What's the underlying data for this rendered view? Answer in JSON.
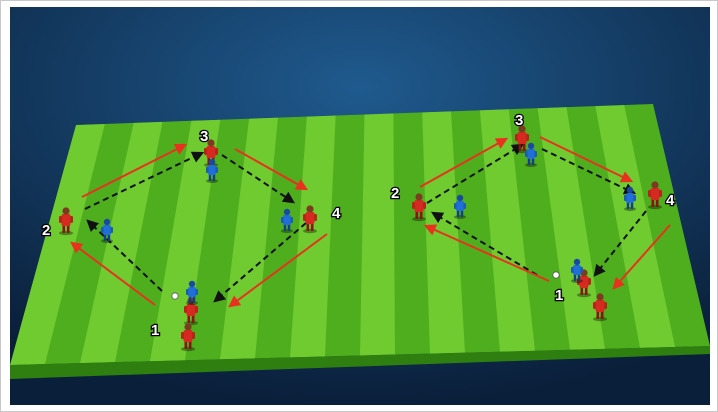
{
  "colors": {
    "background_light": "#1f5a8e",
    "background_dark": "#0a1f3a",
    "pitch_light": "#6fcb2f",
    "pitch_dark": "#4fae1e",
    "pitch_edge": "#2e7f10",
    "team_red": "#d42a1f",
    "team_blue": "#1f6fd6",
    "pass_arrow": "#111111",
    "run_arrow": "#e8321e"
  },
  "icons": [
    "player-red-icon",
    "player-blue-icon",
    "ball-icon"
  ],
  "left_drill": {
    "positions": [
      {
        "id": "p1",
        "label": "1"
      },
      {
        "id": "p2",
        "label": "2"
      },
      {
        "id": "p3",
        "label": "3"
      },
      {
        "id": "p4",
        "label": "4"
      }
    ]
  },
  "right_drill": {
    "positions": [
      {
        "id": "p1",
        "label": "1"
      },
      {
        "id": "p2",
        "label": "2"
      },
      {
        "id": "p3",
        "label": "3"
      },
      {
        "id": "p4",
        "label": "4"
      }
    ]
  }
}
